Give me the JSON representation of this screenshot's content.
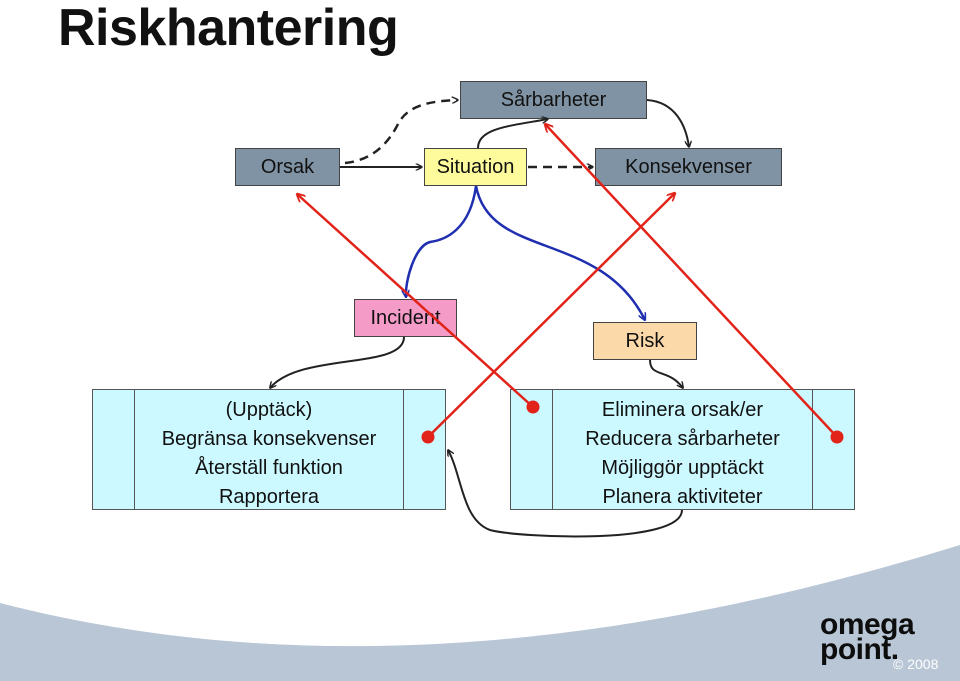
{
  "title": "Riskhantering",
  "nodes": {
    "sarbarheter": "Sårbarheter",
    "orsak": "Orsak",
    "situation": "Situation",
    "konsekvenser": "Konsekvenser",
    "incident": "Incident",
    "risk": "Risk"
  },
  "left_panel": {
    "lines": [
      "(Upptäck)",
      "Begränsa konsekvenser",
      "Återställ funktion",
      "Rapportera"
    ]
  },
  "right_panel": {
    "lines": [
      "Eliminera orsak/er",
      "Reducera sårbarheter",
      "Möjliggör upptäckt",
      "Planera aktiviteter"
    ]
  },
  "logo": {
    "line1": "omega",
    "line2": "point."
  },
  "copyright": "© 2008",
  "colors": {
    "steel": "#8093a4",
    "situation": "#fdfb9b",
    "incident": "#f59bc8",
    "risk": "#fcd9a9",
    "panel": "#ccf8ff",
    "red_arrows": "#e2231a",
    "blue_arrows": "#1f2fb0",
    "footer_band": "#b8c6d6"
  }
}
